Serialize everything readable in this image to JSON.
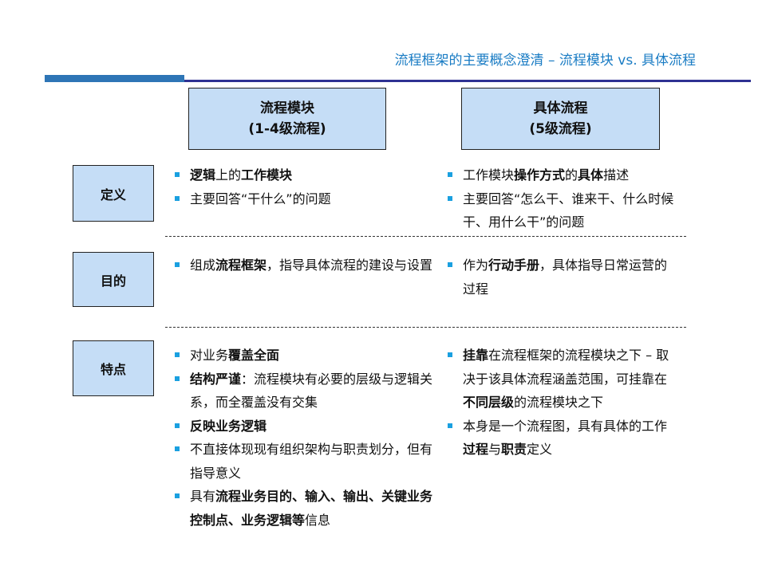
{
  "header": {
    "title": "流程框架的主要概念澄清 – 流程模块 vs. 具体流程"
  },
  "columns": [
    {
      "line1": "流程模块",
      "line2": "(1-4级流程)"
    },
    {
      "line1": "具体流程",
      "line2": "(5级流程)"
    }
  ],
  "rows": [
    {
      "label": "定义",
      "left": [
        [
          {
            "t": "逻辑",
            "b": true
          },
          {
            "t": "上的"
          },
          {
            "t": "工作模块",
            "b": true
          }
        ],
        [
          {
            "t": "主要回答“干什么”的问题"
          }
        ]
      ],
      "right": [
        [
          {
            "t": "工作模块"
          },
          {
            "t": "操作方式",
            "b": true
          },
          {
            "t": "的"
          },
          {
            "t": "具体",
            "b": true
          },
          {
            "t": "描述"
          }
        ],
        [
          {
            "t": "主要回答“怎么干、谁来干、什么时候干、用什么干”的问题"
          }
        ]
      ]
    },
    {
      "label": "目的",
      "left": [
        [
          {
            "t": "组成"
          },
          {
            "t": "流程框架",
            "b": true
          },
          {
            "t": "，指导具体流程的建设与设置"
          }
        ]
      ],
      "right": [
        [
          {
            "t": "作为"
          },
          {
            "t": "行动手册",
            "b": true
          },
          {
            "t": "，具体指导日常运营的过程"
          }
        ]
      ]
    },
    {
      "label": "特点",
      "left": [
        [
          {
            "t": "对业务"
          },
          {
            "t": "覆盖全面",
            "b": true
          }
        ],
        [
          {
            "t": "结构严谨",
            "b": true
          },
          {
            "t": "：流程模块有必要的层级与逻辑关系，而全覆盖没有交集"
          }
        ],
        [
          {
            "t": "反映业务逻辑",
            "b": true
          }
        ],
        [
          {
            "t": "不直接体现现有组织架构与职责划分，但有指导意义"
          }
        ],
        [
          {
            "t": "具有"
          },
          {
            "t": "流程业务目的、输入、输出、关键业务控制点、业务逻辑等",
            "b": true
          },
          {
            "t": "信息"
          }
        ]
      ],
      "right": [
        [
          {
            "t": "挂靠",
            "b": true
          },
          {
            "t": "在流程框架的流程模块之下 – 取决于该具体流程涵盖范围，可挂靠在"
          },
          {
            "t": "不同层级",
            "b": true
          },
          {
            "t": "的流程模块之下"
          }
        ],
        [
          {
            "t": "本身是一个流程图，具有具体的工作"
          },
          {
            "t": "过程",
            "b": true
          },
          {
            "t": "与"
          },
          {
            "t": "职责",
            "b": true
          },
          {
            "t": "定义"
          }
        ]
      ]
    }
  ]
}
